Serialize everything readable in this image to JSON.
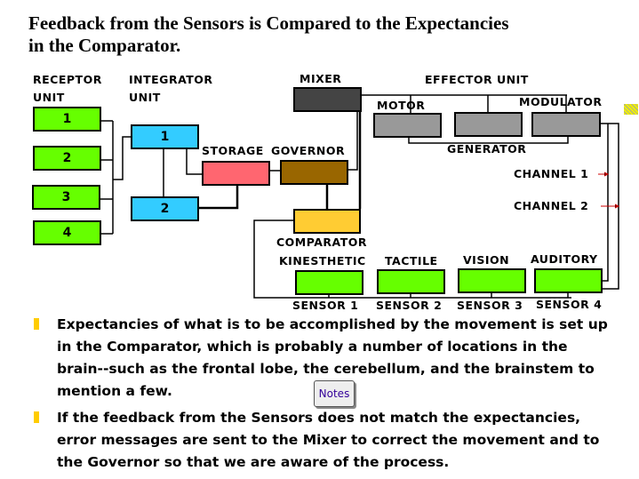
{
  "title_lines": [
    "Feedback from the Sensors is Compared to the Expectancies",
    "in the Comparator."
  ],
  "diagram": {
    "receptor_label": [
      "RECEPTOR",
      "UNIT"
    ],
    "integrator_label": [
      "INTEGRATOR",
      "UNIT"
    ],
    "receptors": [
      "1",
      "2",
      "3",
      "4"
    ],
    "integrators": [
      "1",
      "2"
    ],
    "mixer": "MIXER",
    "effector_unit": "EFFECTOR UNIT",
    "motor": "MOTOR",
    "modulator": "MODULATOR",
    "generator": "GENERATOR",
    "storage": "STORAGE",
    "governor": "GOVERNOR",
    "comparator": "COMPARATOR",
    "channel1": "CHANNEL 1",
    "channel2": "CHANNEL 2",
    "sensor_types": [
      "KINESTHETIC",
      "TACTILE",
      "VISION",
      "AUDITORY"
    ],
    "sensors": [
      "SENSOR 1",
      "SENSOR 2",
      "SENSOR 3",
      "SENSOR 4"
    ]
  },
  "bullets": [
    "Expectancies of what is to be accomplished by the movement is set up in the Comparator, which is probably a number of locations in the brain--such as the frontal lobe, the cerebellum, and the brainstem to mention a few.",
    "If the feedback from the Sensors does not match the expectancies, error messages are sent to the Mixer to correct the movement and to the Governor so that we are aware of the process."
  ],
  "notes_button": "Notes"
}
